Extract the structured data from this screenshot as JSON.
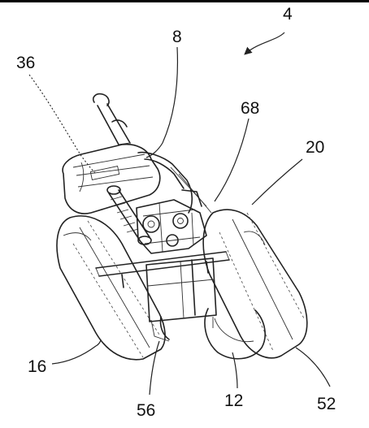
{
  "figure": {
    "labels": {
      "ref_4": "4",
      "ref_8": "8",
      "ref_36": "36",
      "ref_68": "68",
      "ref_20": "20",
      "ref_16": "16",
      "ref_56": "56",
      "ref_12": "12",
      "ref_52": "52"
    }
  }
}
